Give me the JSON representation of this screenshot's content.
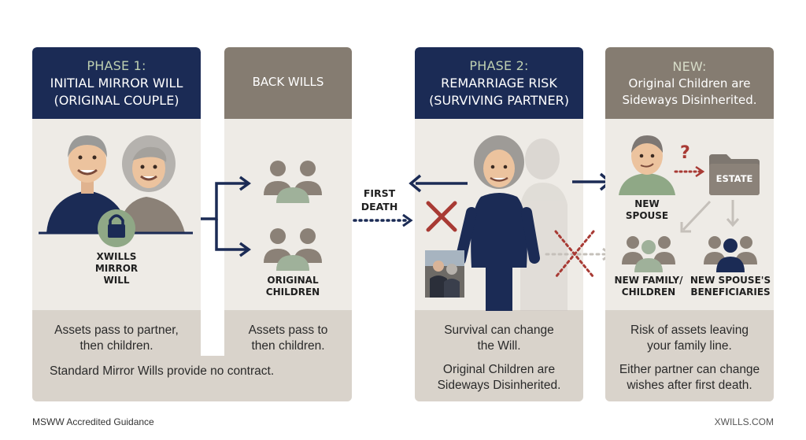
{
  "phase1": {
    "subtitle": "PHASE 1:",
    "title_line1": "INITIAL MIRROR WILL",
    "title_line2": "(ORIGINAL COUPLE)",
    "lock_label_1": "XWILLS",
    "lock_label_2": "MIRROR",
    "lock_label_3": "WILL",
    "footer_line1": "Assets pass to partner,",
    "footer_line2": "then children."
  },
  "backwills": {
    "title": "BACK WILLS",
    "group_label_1": "ORIGINAL",
    "group_label_2": "CHILDREN",
    "footer_line1": "Assets pass to",
    "footer_line2": "then children."
  },
  "shared_footer": "Standard Mirror Wills provide no contract.",
  "first_death": {
    "line1": "FIRST",
    "line2": "DEATH"
  },
  "phase2": {
    "subtitle": "PHASE 2:",
    "title_line1": "REMARRIAGE RISK",
    "title_line2": "(SURVIVING PARTNER)",
    "footer_line1": "Survival can change",
    "footer_line2": "the Will.",
    "footer_line3": "Original Children are",
    "footer_line4": "Sideways Disinherited."
  },
  "new": {
    "subtitle": "NEW:",
    "title_line1": "Original Children are",
    "title_line2": "Sideways Disinherited.",
    "question_mark": "?",
    "estate_label": "ESTATE",
    "spouse_label_1": "NEW",
    "spouse_label_2": "SPOUSE",
    "family_label_1": "NEW FAMILY/",
    "family_label_2": "CHILDREN",
    "beneficiaries_label_1": "NEW SPOUSE'S",
    "beneficiaries_label_2": "BENEFICIARIES",
    "footer_line1": "Risk of assets leaving",
    "footer_line2": "your family line.",
    "footer_line3": "Either partner can change",
    "footer_line4": "wishes after first death."
  },
  "brand_left": "MSWW Accredited Guidance",
  "brand_right": "XWILLS.COM",
  "colors": {
    "navy": "#1b2b55",
    "taupe": "#857c71",
    "panel": "#eeebe6",
    "footer": "#d9d3cb",
    "red": "#a83a34",
    "sage": "#8fa886"
  }
}
